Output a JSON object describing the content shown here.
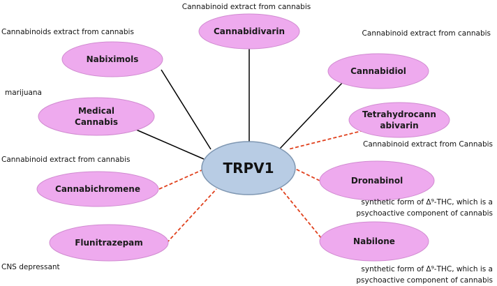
{
  "colors": {
    "center_fill": "#b8cce4",
    "center_stroke": "#7f97b2",
    "node_fill": "#eeaaee",
    "node_stroke": "#d08ad0",
    "solid_link": "#000000",
    "dashed_link": "#e0401c"
  },
  "center": {
    "label": "TRPV1"
  },
  "nodes": [
    {
      "id": "cannabidivarin",
      "label_lines": [
        "Cannabidivarin"
      ],
      "caption_lines": [
        "Cannabinoid extract from cannabis"
      ],
      "link": "solid"
    },
    {
      "id": "nabiximols",
      "label_lines": [
        "Nabiximols"
      ],
      "caption_lines": [
        "Cannabinoids extract from cannabis"
      ],
      "link": "solid"
    },
    {
      "id": "cannabidiol",
      "label_lines": [
        "Cannabidiol"
      ],
      "caption_lines": [
        "Cannabinoid extract from cannabis"
      ],
      "link": "solid"
    },
    {
      "id": "medical-cannabis",
      "label_lines": [
        "Medical",
        "Cannabis"
      ],
      "caption_lines": [
        "marijuana"
      ],
      "link": "solid"
    },
    {
      "id": "tetrahydrocannabivarin",
      "label_lines": [
        "Tetrahydrocann",
        "abivarin"
      ],
      "caption_lines": [
        "Cannabinoid extract from Cannabis"
      ],
      "link": "dashed"
    },
    {
      "id": "cannabichromene",
      "label_lines": [
        "Cannabichromene"
      ],
      "caption_lines": [
        "Cannabinoid extract from cannabis"
      ],
      "link": "dashed"
    },
    {
      "id": "dronabinol",
      "label_lines": [
        "Dronabinol"
      ],
      "caption_lines": [
        "synthetic form of Δ⁹-THC, which is a",
        "psychoactive component of cannabis"
      ],
      "link": "dashed"
    },
    {
      "id": "flunitrazepam",
      "label_lines": [
        "Flunitrazepam"
      ],
      "caption_lines": [
        "CNS depressant"
      ],
      "link": "dashed"
    },
    {
      "id": "nabilone",
      "label_lines": [
        "Nabilone"
      ],
      "caption_lines": [
        "synthetic form of Δ⁹-THC, which is a",
        "psychoactive component of cannabis"
      ],
      "link": "dashed"
    }
  ]
}
